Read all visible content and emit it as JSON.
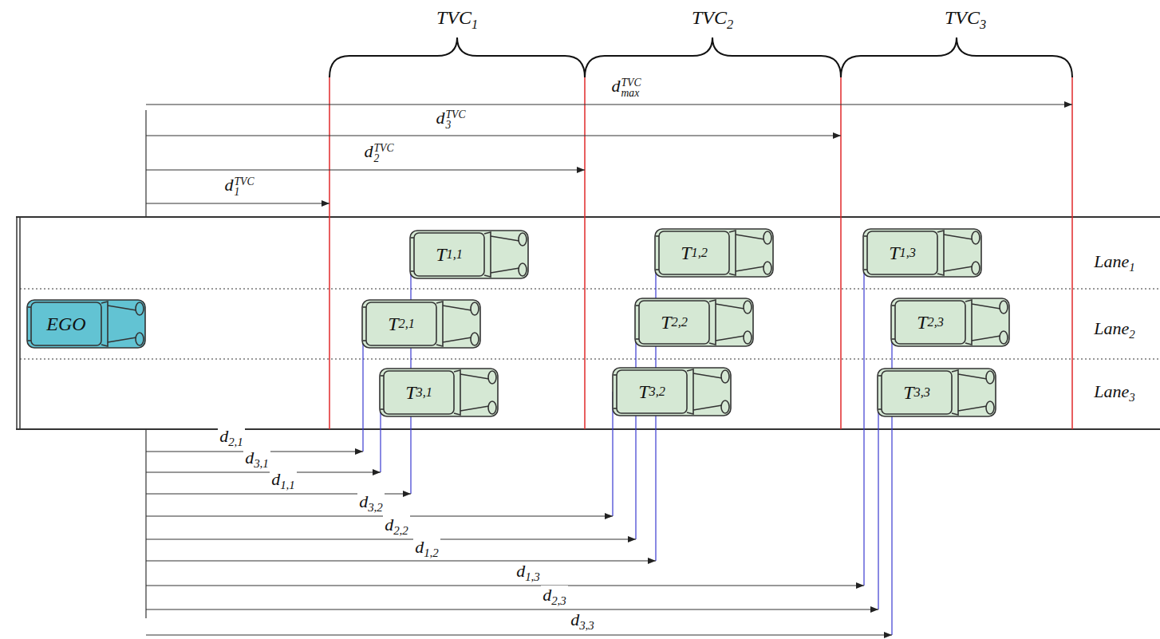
{
  "diagram": {
    "nodes": [
      {
        "text": [
          "EGO"
        ]
      },
      {
        "text": [
          "T1,1"
        ]
      },
      {
        "text": [
          "T2,1"
        ]
      },
      {
        "text": [
          "T3,1"
        ]
      },
      {
        "text": [
          "T1,2"
        ]
      },
      {
        "text": [
          "T2,2"
        ]
      },
      {
        "text": [
          "T3,2"
        ]
      },
      {
        "text": [
          "T1,3"
        ]
      },
      {
        "text": [
          "T2,3"
        ]
      },
      {
        "text": [
          "T3,3"
        ]
      }
    ],
    "labels": [
      "TVC1",
      "TVC2",
      "TVC3",
      "dTVCmax",
      "dTVC3",
      "dTVC2",
      "dTVC1",
      "Lane1",
      "Lane2",
      "Lane3",
      "d2,1",
      "d3,1",
      "d1,1",
      "d3,2",
      "d2,2",
      "d1,2",
      "d1,3",
      "d2,3",
      "d3,3"
    ]
  }
}
